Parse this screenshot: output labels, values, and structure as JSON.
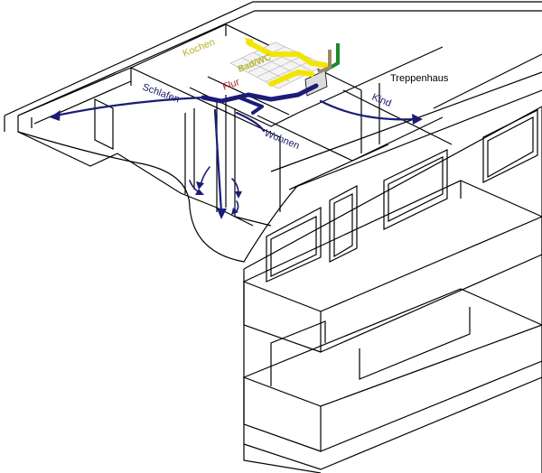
{
  "diagram": {
    "labels": {
      "kochen": "Kochen",
      "bad_wc": "Bad/WC",
      "flur": "Flur",
      "treppenhaus": "Treppenhaus",
      "schlafen": "Schlafen",
      "wohnen": "Wohnen",
      "kind": "Kind"
    },
    "colors": {
      "walls": "#000000",
      "supply_air": "#1c1c78",
      "exhaust_air": "#f2e600",
      "fresh_air": "#1a8a2a",
      "outgoing_air": "#9a8a6a",
      "unit": "#dcdcdc"
    }
  }
}
